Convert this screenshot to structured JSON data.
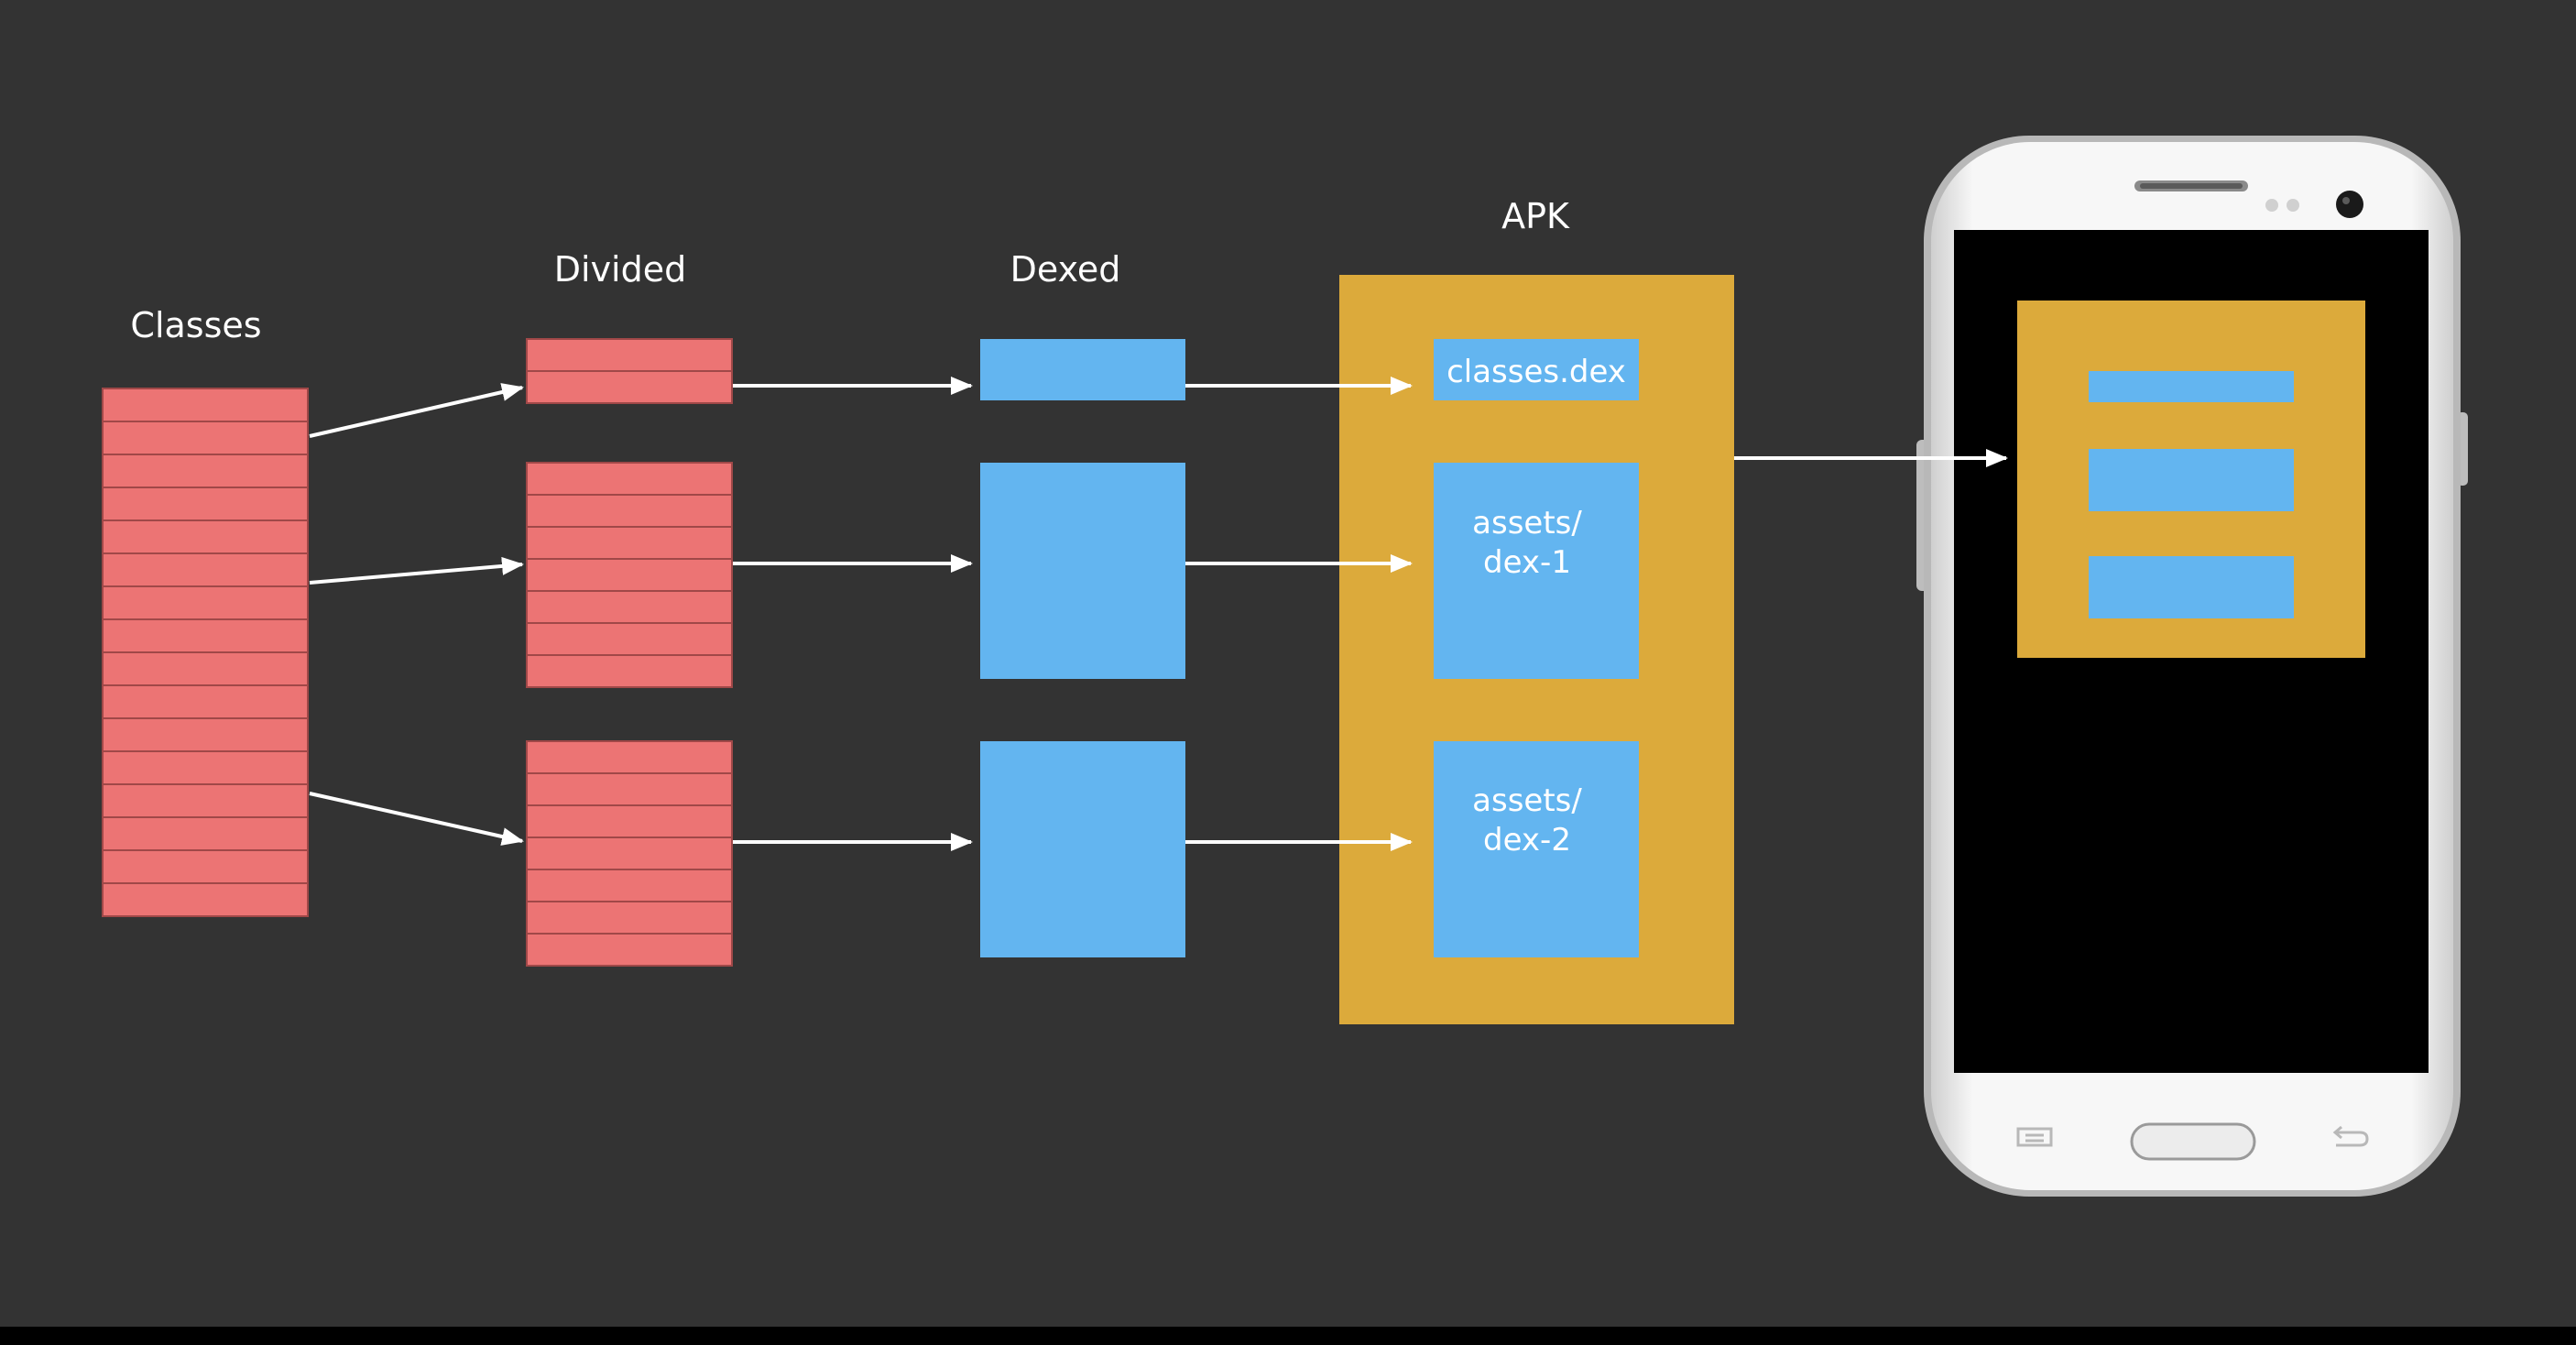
{
  "columns": {
    "classes": "Classes",
    "divided": "Divided",
    "dexed": "Dexed",
    "apk": "APK"
  },
  "apk_entries": [
    {
      "line1": "classes.dex",
      "line2": ""
    },
    {
      "line1": "assets/",
      "line2": "dex-1"
    },
    {
      "line1": "assets/",
      "line2": "dex-2"
    }
  ],
  "structure": {
    "classes_rows": 16,
    "divided_groups": [
      2,
      7,
      7
    ],
    "phone_inner_bars": 3
  },
  "colors": {
    "background": "#333333",
    "bottom_bar": "#000000",
    "class_row": "#ec7474",
    "class_row_border": "#a04848",
    "dex_blue": "#63b5f0",
    "apk_gold": "#dcaa3b",
    "arrow": "#ffffff",
    "phone_screen": "#000000",
    "phone_body": "#f2f2f2"
  }
}
